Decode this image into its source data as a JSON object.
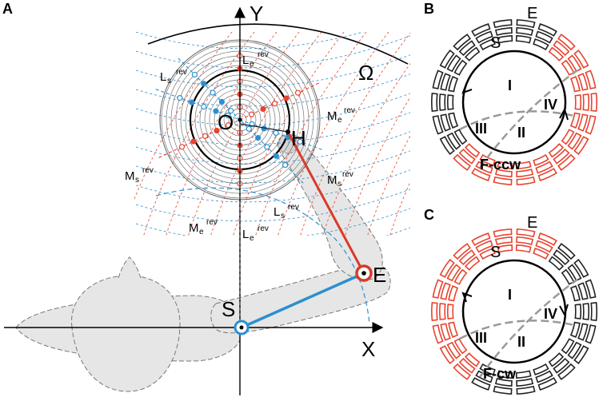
{
  "panels": {
    "a": {
      "letter": "A",
      "axis_x": "X",
      "axis_y": "Y",
      "omega": "Ω",
      "point_o": "O",
      "point_h": "H",
      "point_s": "S",
      "point_e": "E",
      "labels": {
        "l_e_top": "L",
        "l_e_top_sub": "e",
        "l_e_top_sup": "rev",
        "l_s_top": "L",
        "l_s_top_sub": "s",
        "l_s_top_sup": "rev",
        "m_e_right": "M",
        "m_e_right_sub": "e",
        "m_e_right_sup": "rev",
        "m_s_left": "M",
        "m_s_left_sub": "s",
        "m_s_left_sup": "rev",
        "m_s_right": "M",
        "m_s_right_sub": "s",
        "m_s_right_sup": "rev",
        "l_s_bottom": "L",
        "l_s_bottom_sub": "s",
        "l_s_bottom_sup": "rev",
        "m_e_bottom": "M",
        "m_e_bottom_sub": "e",
        "m_e_bottom_sup": "rev",
        "l_e_bottom": "L",
        "l_e_bottom_sub": "e",
        "l_e_bottom_sup": "rev"
      }
    },
    "b": {
      "letter": "B",
      "outer": "E",
      "inner": "S",
      "q1": "I",
      "q2": "II",
      "q3": "III",
      "q4": "IV",
      "caption": "F-ccw"
    },
    "c": {
      "letter": "C",
      "outer": "E",
      "inner": "S",
      "q1": "I",
      "q2": "II",
      "q3": "III",
      "q4": "IV",
      "caption": "F-cw"
    }
  },
  "colors": {
    "red": "#e8432f",
    "blue": "#2a90d0",
    "black": "#222222",
    "gray": "#aaaaaa",
    "arm_fill": "#e6e6e6"
  }
}
